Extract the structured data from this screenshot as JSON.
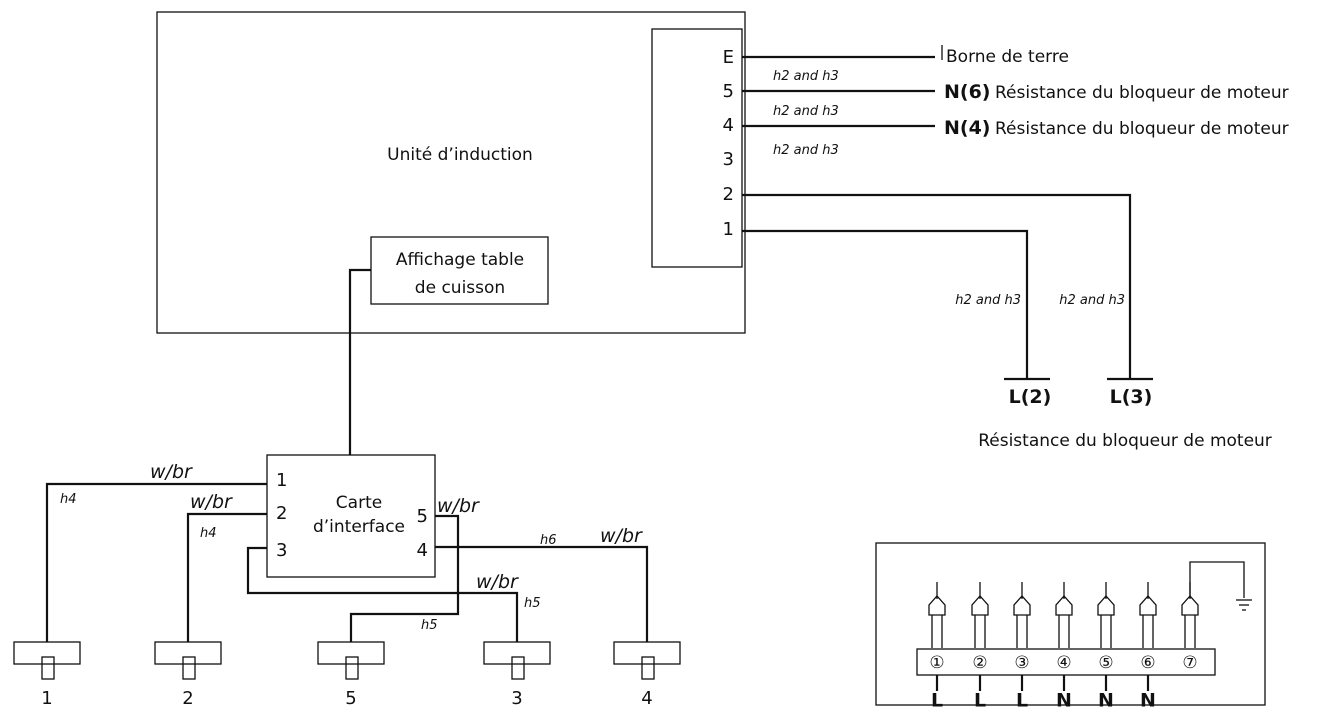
{
  "induction_unit": {
    "label": "Unité d’induction"
  },
  "display": {
    "line1": "Affichage table",
    "line2": "de cuisson"
  },
  "terminal_block": {
    "labels": [
      "E",
      "5",
      "4",
      "3",
      "2",
      "1"
    ],
    "wire_note": "h2 and h3"
  },
  "outputs": {
    "earth": "Borne de terre",
    "n6_code": "N(6)",
    "n4_code": "N(4)",
    "resistance": "Résistance du bloqueur de moteur",
    "l2": "L(2)",
    "l3": "L(3)",
    "vertical_note": "h2 and h3",
    "caption": "Résistance du bloqueur de moteur"
  },
  "interface": {
    "line1": "Carte",
    "line2": "d’interface",
    "pins": [
      "1",
      "2",
      "3",
      "4",
      "5"
    ]
  },
  "wire_labels": {
    "wbr": "w/br",
    "h4": "h4",
    "h5": "h5",
    "h6": "h6"
  },
  "connectors": [
    "1",
    "2",
    "5",
    "3",
    "4"
  ],
  "mains_block": {
    "terminals": [
      "①",
      "②",
      "③",
      "④",
      "⑤",
      "⑥",
      "⑦"
    ],
    "phases": [
      "L",
      "L",
      "L",
      "N",
      "N",
      "N"
    ]
  }
}
